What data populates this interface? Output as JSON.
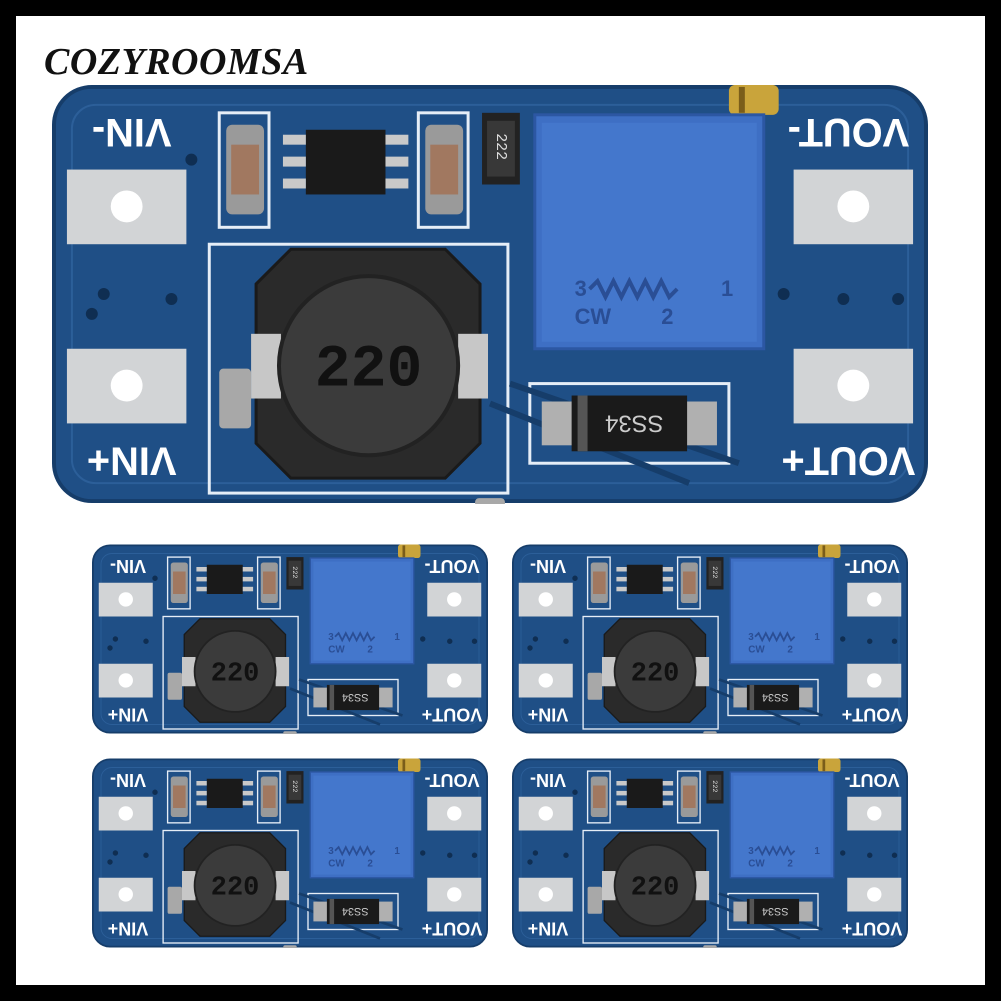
{
  "brand": {
    "text": "COZYROOMSA"
  },
  "board": {
    "vin_minus": "VIN-",
    "vin_plus": "VIN+",
    "vout_minus": "VOUT-",
    "vout_plus": "VOUT+",
    "inductor_code": "220",
    "resistor_code": "222",
    "diode_code": "SS34",
    "pot_left_pin": "3",
    "pot_right_pin": "1",
    "pot_cw": "CW",
    "pot_wiper_pin": "2"
  },
  "boards_shown": 5,
  "colors": {
    "pcb": "#1f4f86",
    "pcb_dark": "#143a66",
    "silkscreen": "#ffffff",
    "pad": "#d2d4d6",
    "inductor": "#2a2a2a",
    "potentiometer": "#3e6fc4",
    "brass": "#c9a43b"
  }
}
